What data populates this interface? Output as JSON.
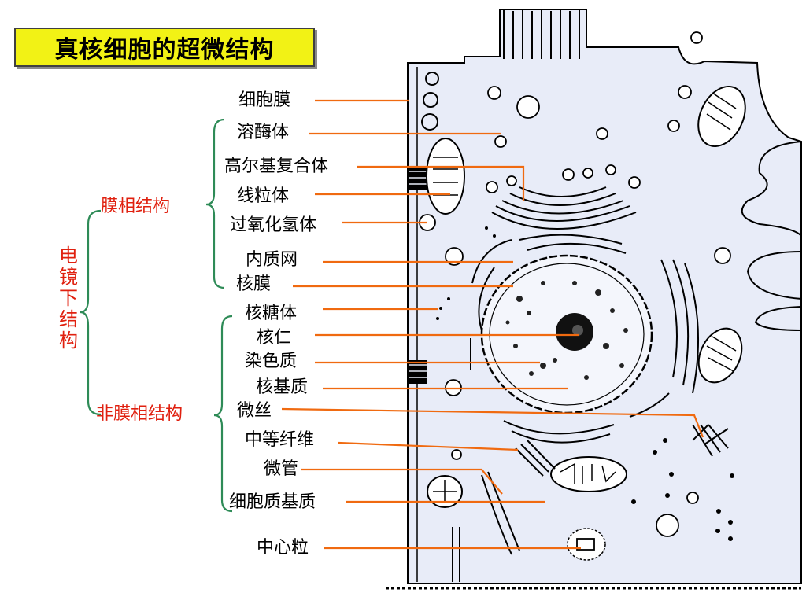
{
  "title": "真核细胞的超微结构",
  "root_label": "电镜下结构",
  "categories": {
    "membrane": "膜相结构",
    "non_membrane": "非膜相结构"
  },
  "labels": {
    "cell_membrane": "细胞膜",
    "lysosome": "溶酶体",
    "golgi": "高尔基复合体",
    "mitochondria": "线粒体",
    "peroxisome": "过氧化氢体",
    "er": "内质网",
    "nuclear_envelope": "核膜",
    "ribosome": "核糖体",
    "nucleolus": "核仁",
    "chromatin": "染色质",
    "nuclear_matrix": "核基质",
    "microfilament": "微丝",
    "intermediate_filament": "中等纤维",
    "microtubule": "微管",
    "cytoplasmic_matrix": "细胞质基质",
    "centriole": "中心粒"
  },
  "colors": {
    "title_bg": "#f2f215",
    "category_text": "#e0200f",
    "leader_line": "#f06a10",
    "bracket": "#2e8b57",
    "cell_fill": "#e8ecf8"
  }
}
